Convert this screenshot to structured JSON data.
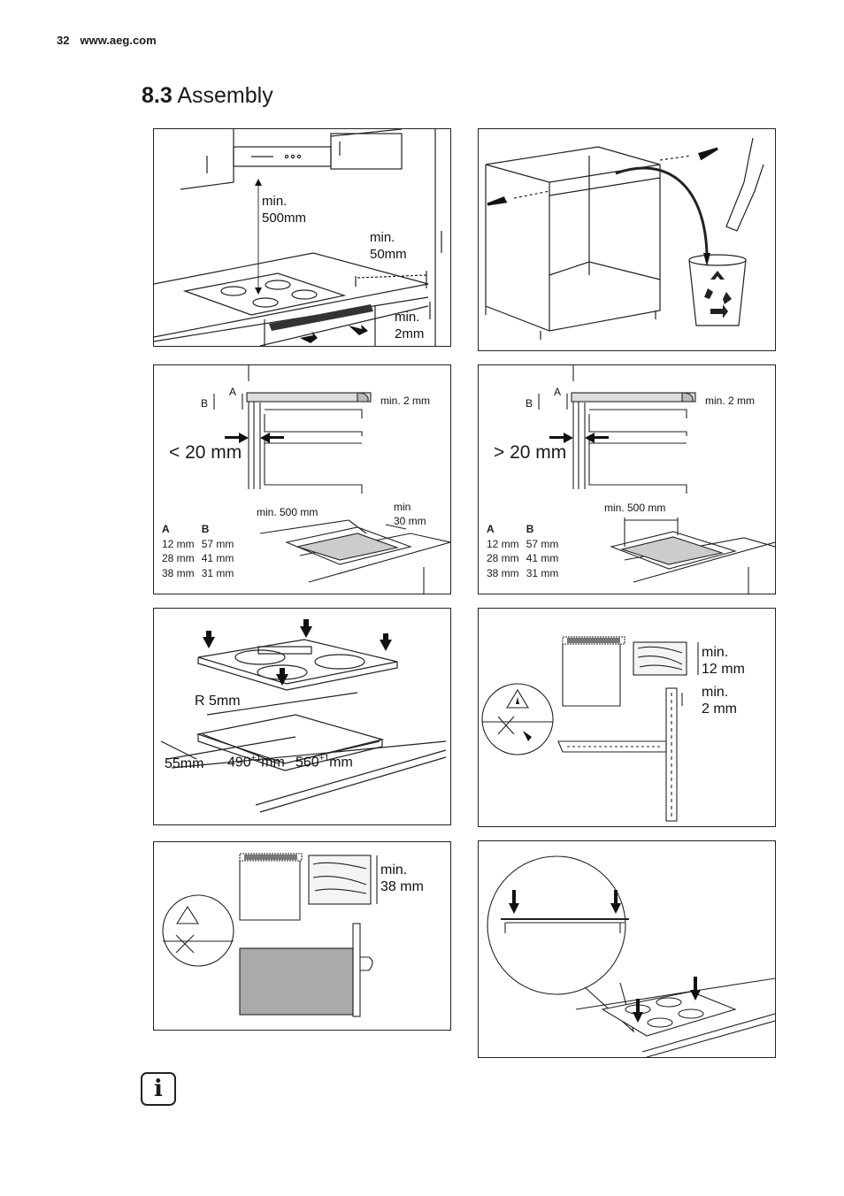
{
  "header": {
    "page_number": "32",
    "website": "www.aeg.com"
  },
  "section": {
    "number": "8.3",
    "title": "Assembly"
  },
  "panel1": {
    "label_500": "min.\n500mm",
    "label_50": "min.\n50mm",
    "label_2": "min.\n2mm"
  },
  "panel3": {
    "a": "A",
    "b": "B",
    "min2": "min. 2 mm",
    "gap": "< 20 mm",
    "min500": "min. 500 mm",
    "min30": "min\n30 mm",
    "table": {
      "h1": "A",
      "h2": "B",
      "rows": [
        [
          "12 mm",
          "57 mm"
        ],
        [
          "28 mm",
          "41 mm"
        ],
        [
          "38 mm",
          "31 mm"
        ]
      ]
    }
  },
  "panel4": {
    "a": "A",
    "b": "B",
    "min2": "min. 2 mm",
    "gap": "> 20 mm",
    "min500": "min. 500 mm",
    "table": {
      "h1": "A",
      "h2": "B",
      "rows": [
        [
          "12 mm",
          "57 mm"
        ],
        [
          "28 mm",
          "41 mm"
        ],
        [
          "38 mm",
          "31 mm"
        ]
      ]
    }
  },
  "panel5": {
    "radius": "R 5mm",
    "depth_label": "55mm",
    "w1": "490",
    "w1sup": "+1",
    "w1unit": "mm",
    "w2": "560",
    "w2sup": "+1",
    "w2unit": "mm"
  },
  "panel6": {
    "min12": "min.\n12 mm",
    "min2": "min.\n2 mm"
  },
  "panel7": {
    "min38": "min.\n38 mm"
  },
  "info_icon": "i"
}
